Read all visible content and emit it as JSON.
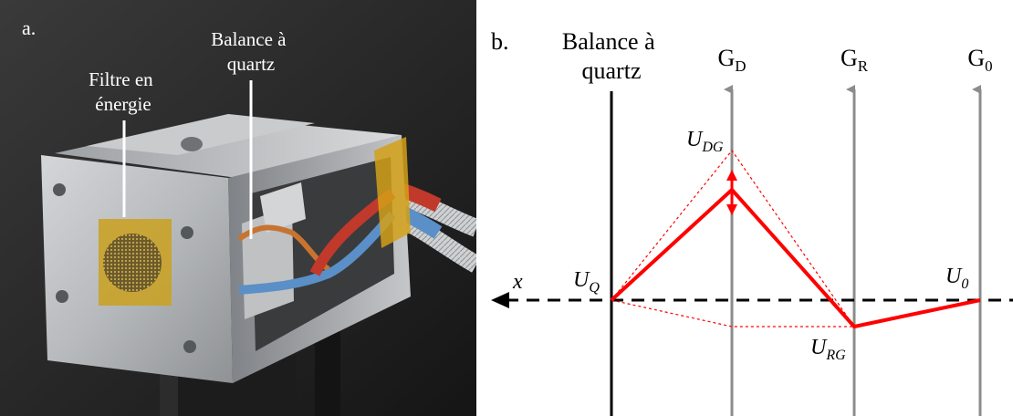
{
  "panel_a": {
    "label": "a.",
    "annotation_filter": [
      "Filtre en",
      "énergie"
    ],
    "annotation_balance": [
      "Balance à",
      "quartz"
    ]
  },
  "panel_b": {
    "label": "b.",
    "balance_label": [
      "Balance à",
      "quartz"
    ],
    "grids": [
      {
        "main": "G",
        "sub": "D"
      },
      {
        "main": "G",
        "sub": "R"
      },
      {
        "main": "G",
        "sub": "0"
      }
    ],
    "axis_label": "x",
    "potentials": {
      "uq": {
        "main": "U",
        "sub": "Q"
      },
      "udg": {
        "main": "U",
        "sub": "DG"
      },
      "urg": {
        "main": "U",
        "sub": "RG"
      },
      "u0": {
        "main": "U",
        "sub": "0"
      }
    }
  },
  "colors": {
    "potential_line": "#ff0000",
    "grid_line": "#8c8c8c",
    "background": "#ffffff",
    "photo_background": "#2b2b2b"
  }
}
